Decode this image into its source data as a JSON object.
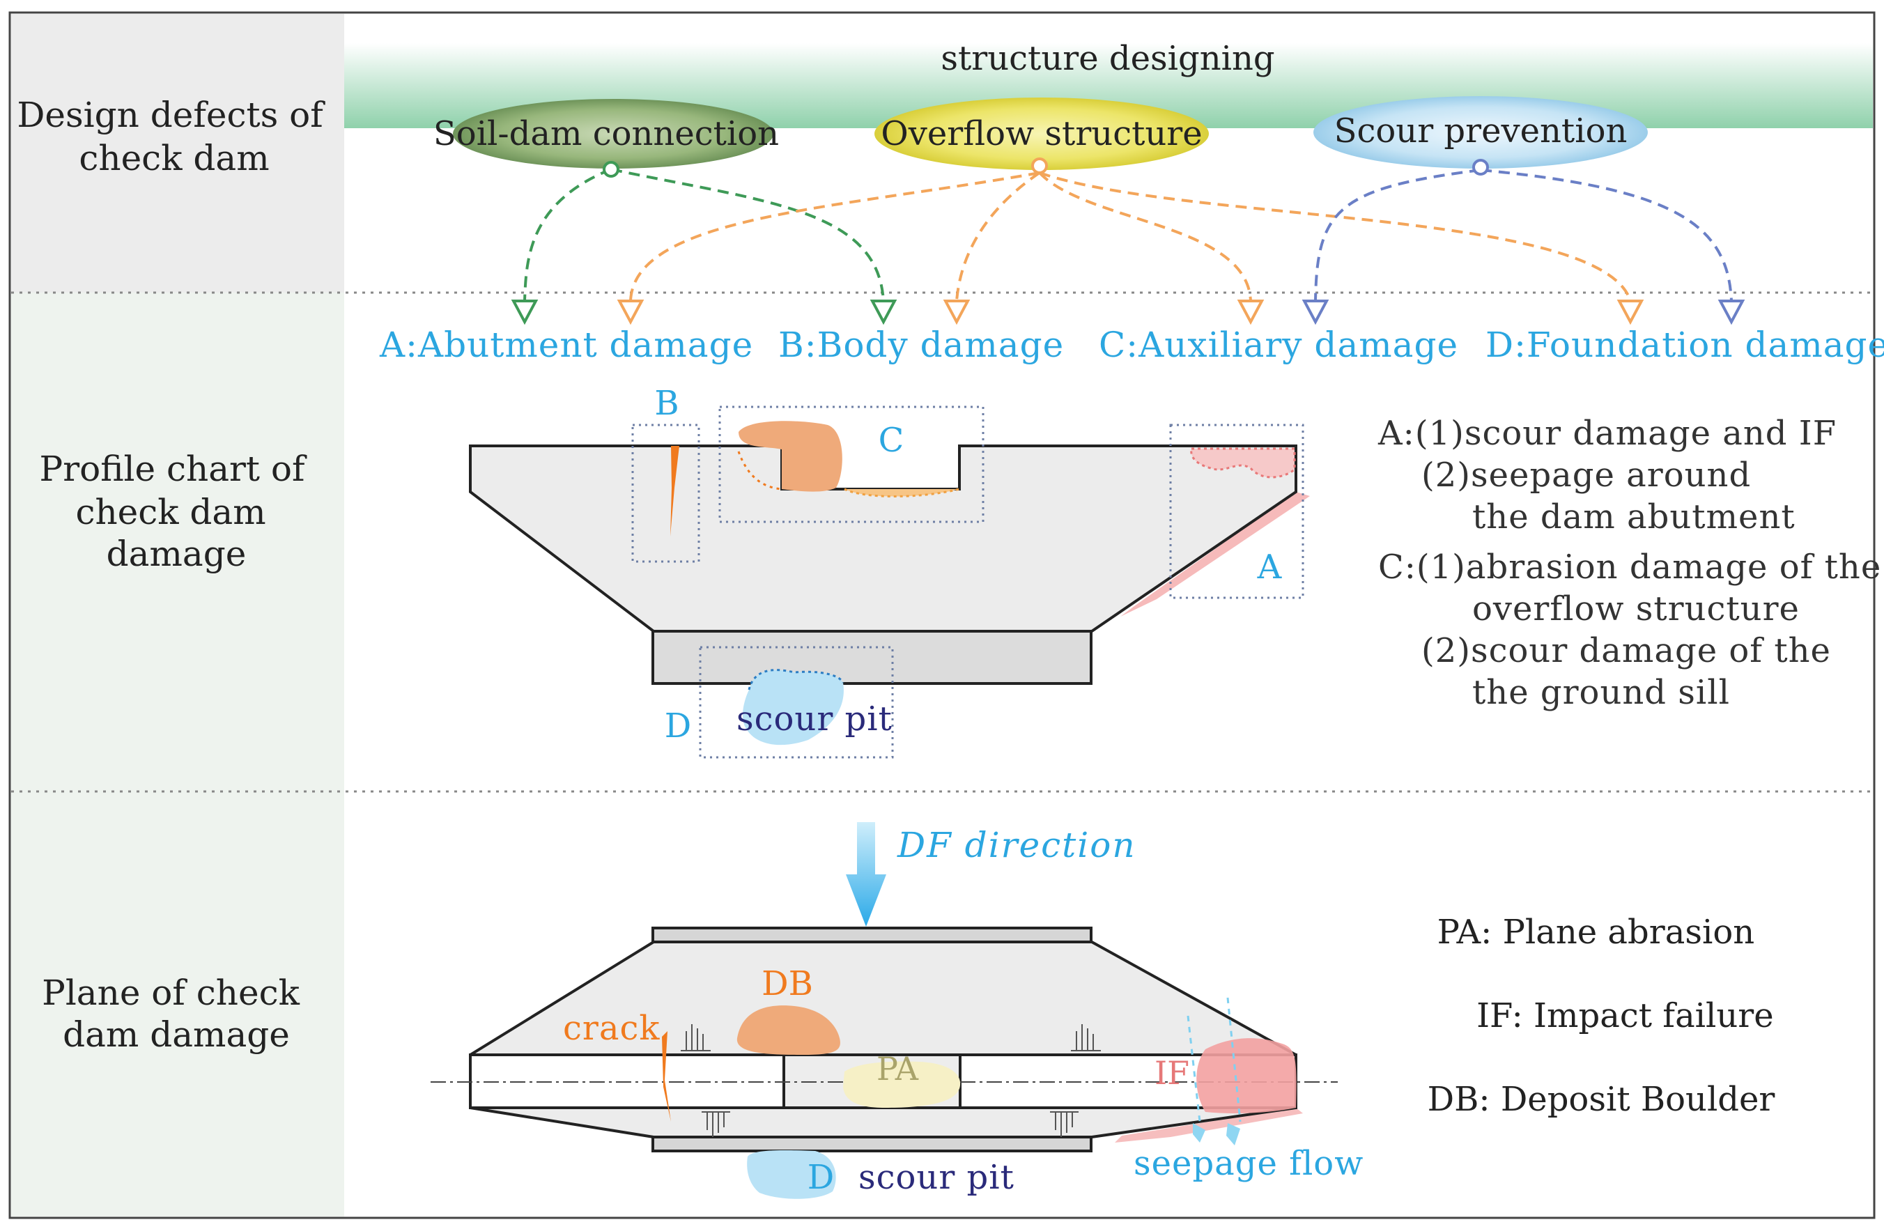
{
  "sidebar": {
    "row1": [
      "Design defects of",
      "check dam"
    ],
    "row2": [
      "Profile chart of",
      "check dam",
      "damage"
    ],
    "row3": [
      "Plane of check",
      "dam  damage"
    ]
  },
  "design": {
    "banner": "structure designing",
    "defects": [
      {
        "label": "Soil-dam connection",
        "color": "#6e9a4e"
      },
      {
        "label": "Overflow  structure",
        "color": "#e3d84a"
      },
      {
        "label": "Scour prevention",
        "color": "#a9d3ec"
      }
    ]
  },
  "categories": [
    "A:Abutment  damage",
    "B:Body damage",
    "C:Auxiliary damage",
    "D:Foundation damage"
  ],
  "profile": {
    "box_labels": {
      "a": "A",
      "b": "B",
      "c": "C",
      "d": "D"
    },
    "scour_pit": "scour pit",
    "notes": [
      "A:(1)scour damage and IF",
      "(2)seepage around",
      "the dam abutment",
      "C:(1)abrasion damage of the",
      "overflow structure",
      "(2)scour damage of the",
      "the ground sill"
    ]
  },
  "plane": {
    "direction": "DF  direction",
    "crack": "crack",
    "db": "DB",
    "pa": "PA",
    "if": "IF",
    "seepage": "seepage flow",
    "d": "D",
    "scour_pit": "scour pit",
    "legend": [
      "PA: Plane abrasion",
      "IF: Impact failure",
      "DB: Deposit Boulder"
    ]
  },
  "colors": {
    "abutment_green": "#3e9a57",
    "overflow_orange": "#f3a55a",
    "scour_blue": "#6a7fc6",
    "label_blue": "#2ba6e0",
    "crack_orange": "#f07a1e",
    "damage_red": "#f29a9a",
    "scour_pit_blue": "#a6d8f2"
  }
}
